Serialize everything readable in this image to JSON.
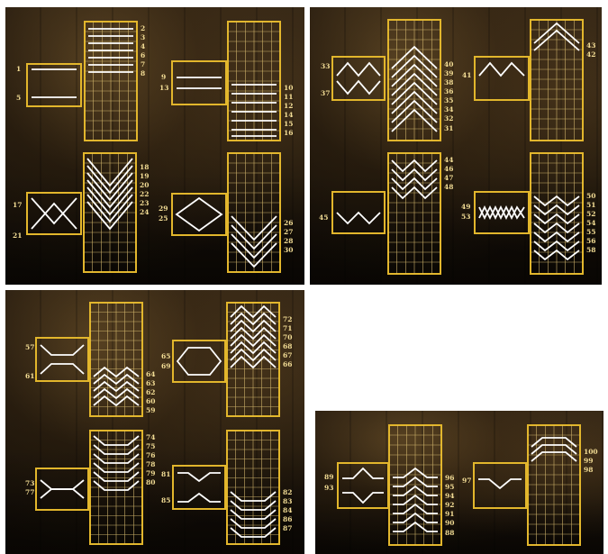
{
  "colors": {
    "frame": "#e2b62c",
    "label": "#f3dd95",
    "line": "#ffffff",
    "background": "#1a130a"
  },
  "panels": [
    {
      "groups": [
        {
          "small_labels": [
            "1",
            "5"
          ],
          "tall_labels": [
            "2",
            "3",
            "4",
            "6",
            "7",
            "8"
          ]
        },
        {
          "small_labels": [
            "9",
            "13"
          ],
          "tall_labels": [
            "10",
            "11",
            "12",
            "14",
            "15",
            "16"
          ]
        },
        {
          "small_labels": [
            "17",
            "21"
          ],
          "tall_labels": [
            "18",
            "19",
            "20",
            "22",
            "23",
            "24"
          ]
        },
        {
          "small_labels": [
            "29",
            "25"
          ],
          "tall_labels": [
            "26",
            "27",
            "28",
            "30"
          ]
        }
      ]
    },
    {
      "groups": [
        {
          "small_labels": [
            "33",
            "37"
          ],
          "tall_labels": [
            "40",
            "39",
            "38",
            "36",
            "35",
            "34",
            "32",
            "31"
          ]
        },
        {
          "small_labels": [
            "41"
          ],
          "tall_labels": [
            "43",
            "42"
          ]
        },
        {
          "small_labels": [
            "45"
          ],
          "tall_labels": [
            "44",
            "46",
            "47",
            "48"
          ]
        },
        {
          "small_labels": [
            "49",
            "53"
          ],
          "tall_labels": [
            "50",
            "51",
            "52",
            "54",
            "55",
            "56",
            "58"
          ]
        }
      ]
    },
    {
      "groups": [
        {
          "small_labels": [
            "57",
            "61"
          ],
          "tall_labels": [
            "64",
            "63",
            "62",
            "60",
            "59"
          ]
        },
        {
          "small_labels": [
            "65",
            "69"
          ],
          "tall_labels": [
            "72",
            "71",
            "70",
            "68",
            "67",
            "66"
          ]
        },
        {
          "small_labels": [
            "73",
            "77"
          ],
          "tall_labels": [
            "74",
            "75",
            "76",
            "78",
            "79",
            "80"
          ]
        },
        {
          "small_labels": [
            "81",
            "85"
          ],
          "tall_labels": [
            "82",
            "83",
            "84",
            "86",
            "87"
          ]
        }
      ]
    },
    {
      "groups": [
        {
          "small_labels": [
            "89",
            "93"
          ],
          "tall_labels": [
            "96",
            "95",
            "94",
            "92",
            "91",
            "90",
            "88"
          ]
        },
        {
          "small_labels": [
            "97"
          ],
          "tall_labels": [
            "100",
            "99",
            "98"
          ]
        }
      ]
    }
  ]
}
